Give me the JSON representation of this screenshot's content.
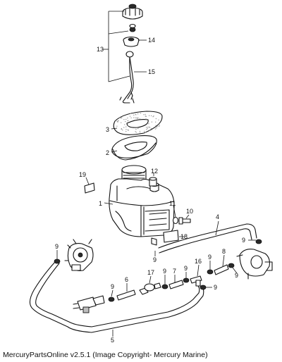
{
  "callouts": {
    "c1": "1",
    "c2": "2",
    "c3": "3",
    "c4": "4",
    "c5": "5",
    "c6": "6",
    "c7": "7",
    "c8": "8",
    "c9": "9",
    "c10": "10",
    "c11": "11",
    "c12": "12",
    "c13": "13",
    "c14": "14",
    "c15": "15",
    "c16": "16",
    "c17": "17",
    "c18": "18",
    "c19": "19"
  },
  "footer": {
    "copyright": "MercuryPartsOnline v2.5.1 (Image Copyright- Mercury Marine)"
  },
  "colors": {
    "ink": "#111111",
    "background": "#ffffff",
    "gasket_fill": "#9a9a9a"
  }
}
